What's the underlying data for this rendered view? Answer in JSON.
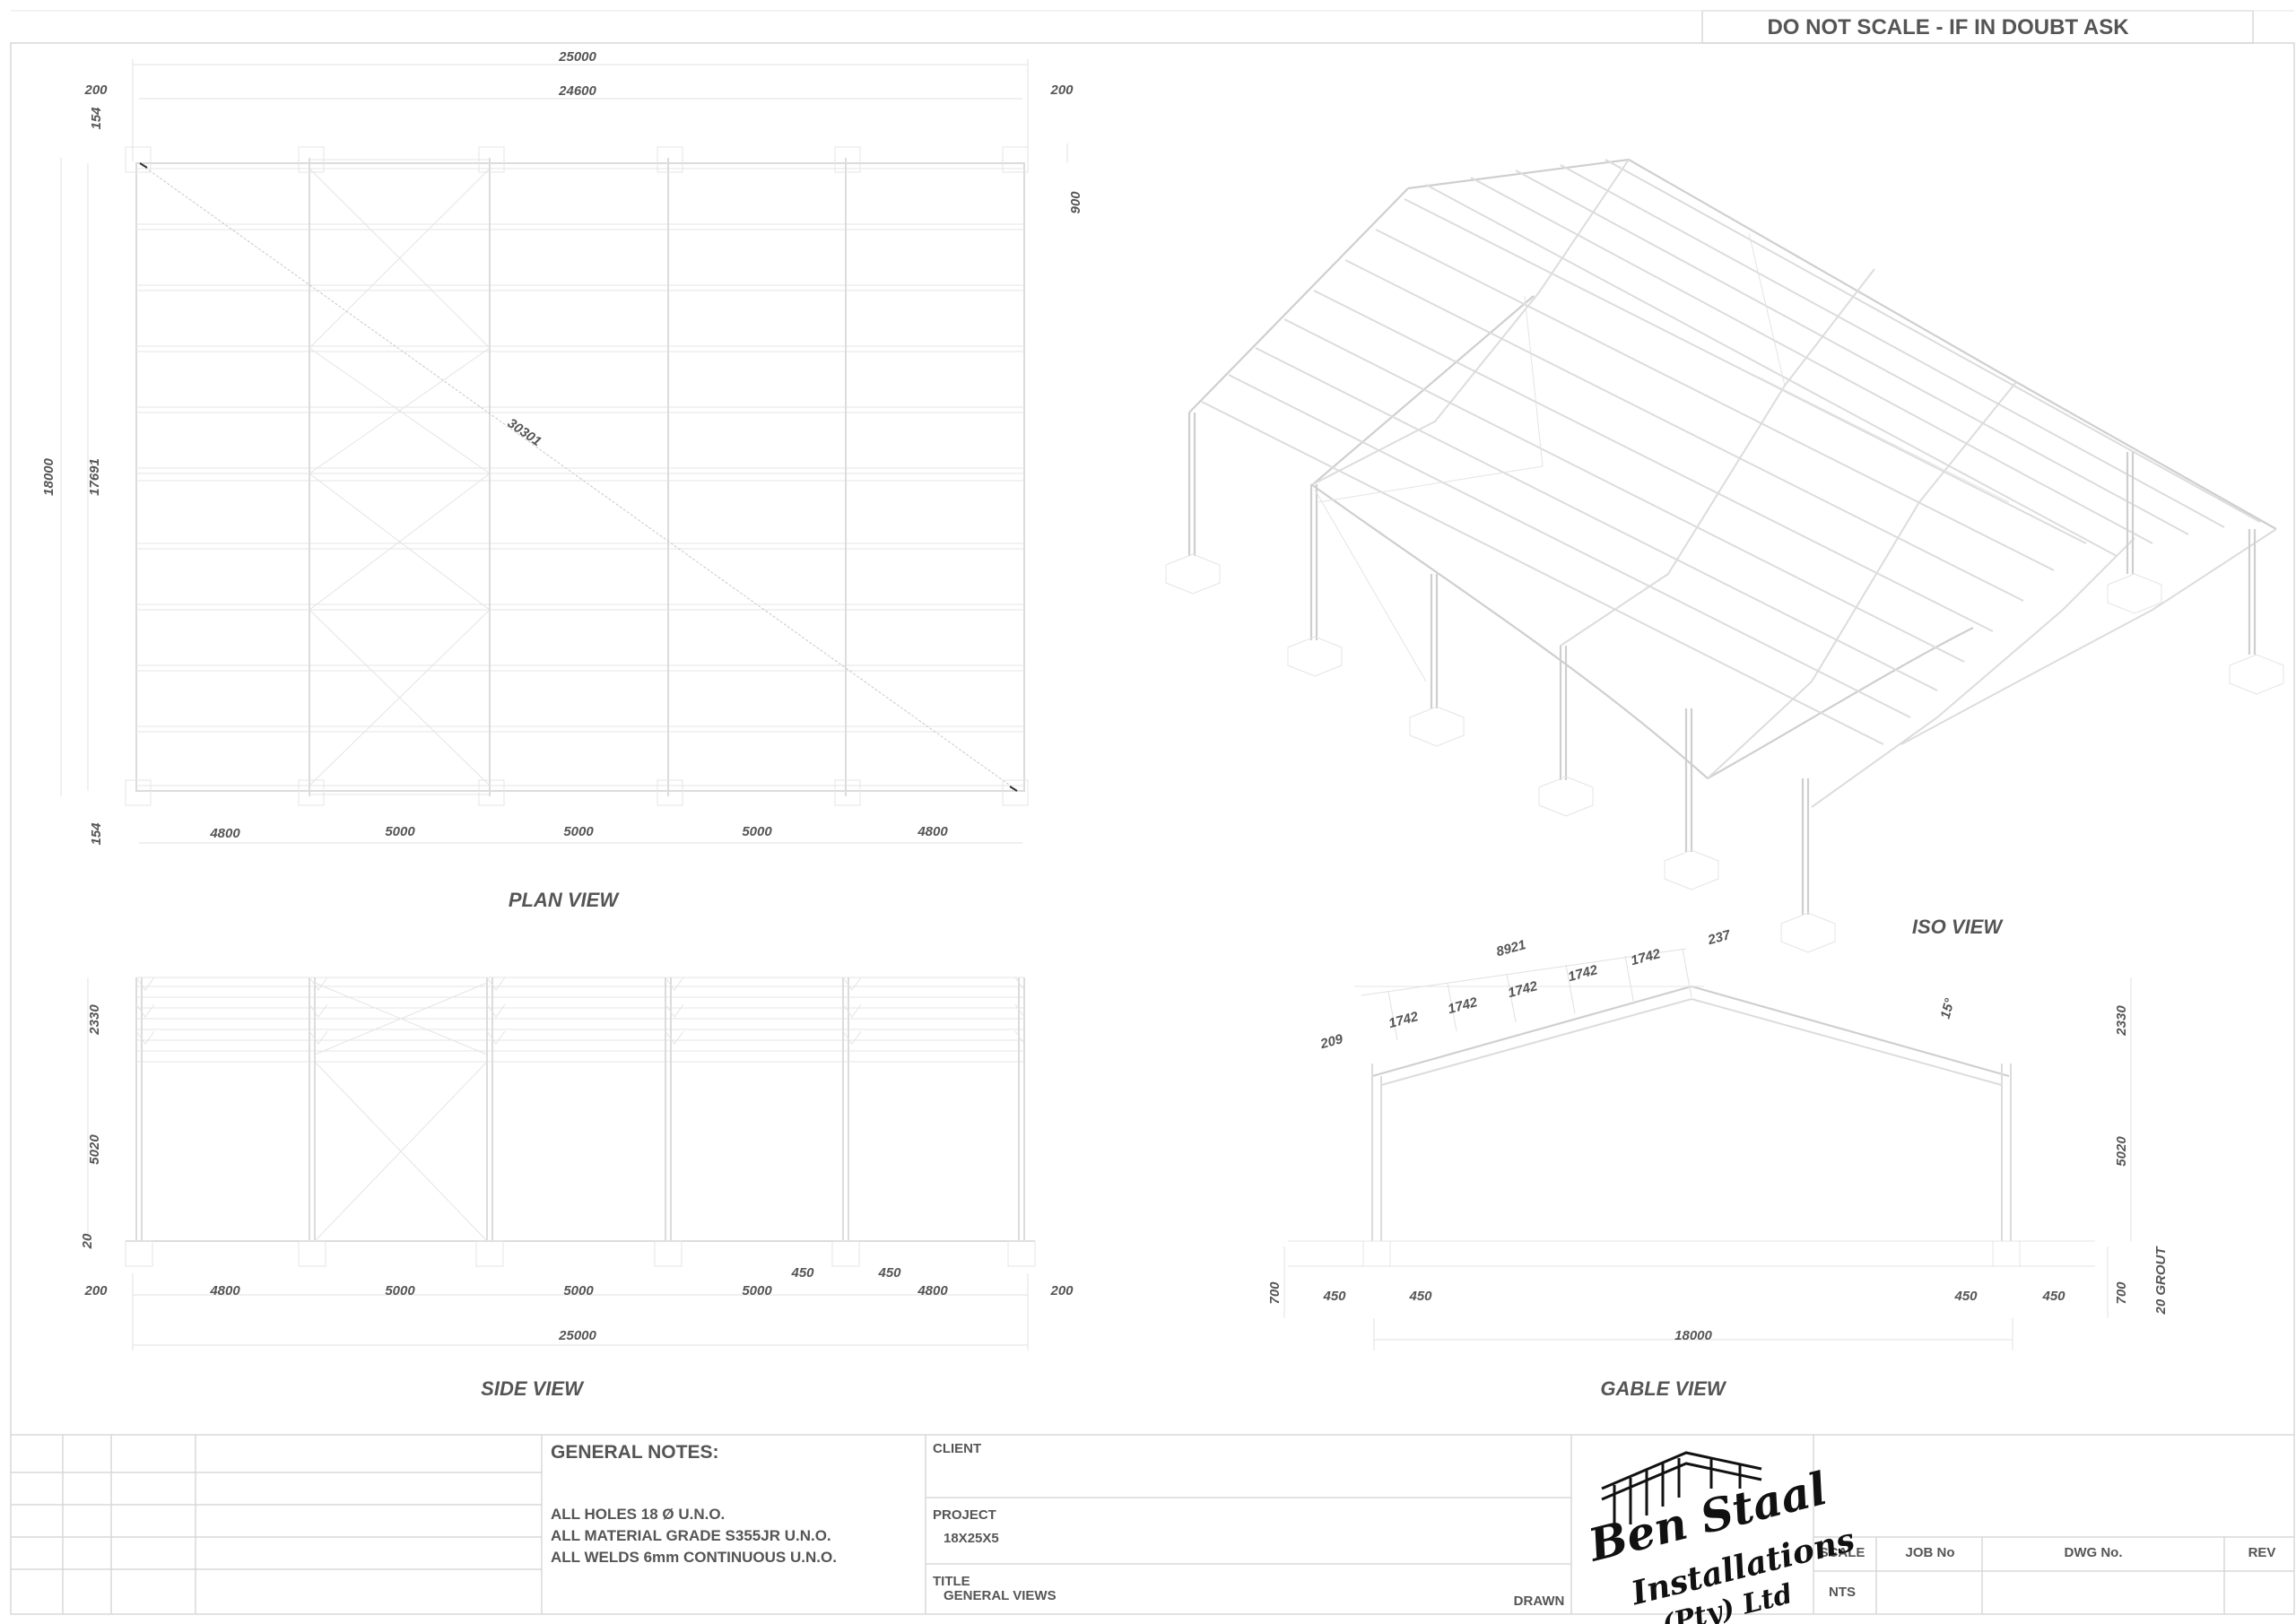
{
  "warning": "DO NOT SCALE - IF IN DOUBT ASK",
  "views": {
    "plan": {
      "title": "PLAN VIEW",
      "overall_width": "25000",
      "inner_width": "24600",
      "edge_left": "200",
      "edge_right": "200",
      "overall_depth": "18000",
      "inner_depth": "17691",
      "top_offset": "154",
      "bottom_offset": "154",
      "overhang": "900",
      "diagonal": "30301",
      "bays": [
        "4800",
        "5000",
        "5000",
        "5000",
        "4800"
      ]
    },
    "iso": {
      "title": "ISO VIEW"
    },
    "side": {
      "title": "SIDE VIEW",
      "rise": "2330",
      "column_height": "5020",
      "base": "20",
      "edge_left": "200",
      "edge_right": "200",
      "bays": [
        "4800",
        "5000",
        "5000",
        "5000",
        "4800"
      ],
      "plate_left": "450",
      "plate_right": "450",
      "overall": "25000"
    },
    "gable": {
      "title": "GABLE VIEW",
      "rafter_length": "8921",
      "purlin_spacings": [
        "1742",
        "1742",
        "1742",
        "1742",
        "1742"
      ],
      "ridge_offset": "237",
      "eave_offset": "209",
      "pitch": "15°",
      "rise": "2330",
      "column_height": "5020",
      "grout": "20 GROUT",
      "footing_left": "700",
      "footing_right": "700",
      "plates": [
        "450",
        "450",
        "450",
        "450"
      ],
      "span": "18000"
    }
  },
  "title_block": {
    "general_notes_heading": "GENERAL NOTES:",
    "notes": [
      "ALL HOLES 18 Ø U.N.O.",
      "ALL MATERIAL GRADE S355JR U.N.O.",
      "ALL WELDS 6mm CONTINUOUS U.N.O."
    ],
    "client_label": "CLIENT",
    "project_label": "PROJECT",
    "project_value": "18X25X5",
    "title_label": "TITLE",
    "title_value": "GENERAL VIEWS",
    "drawn_label": "DRAWN",
    "scale_label": "SCALE",
    "scale_value": "NTS",
    "job_label": "JOB No",
    "dwg_label": "DWG No.",
    "rev_label": "REV",
    "logo": {
      "line1": "Ben Staal",
      "line2": "Installations",
      "line3": "(Pty) Ltd"
    }
  }
}
